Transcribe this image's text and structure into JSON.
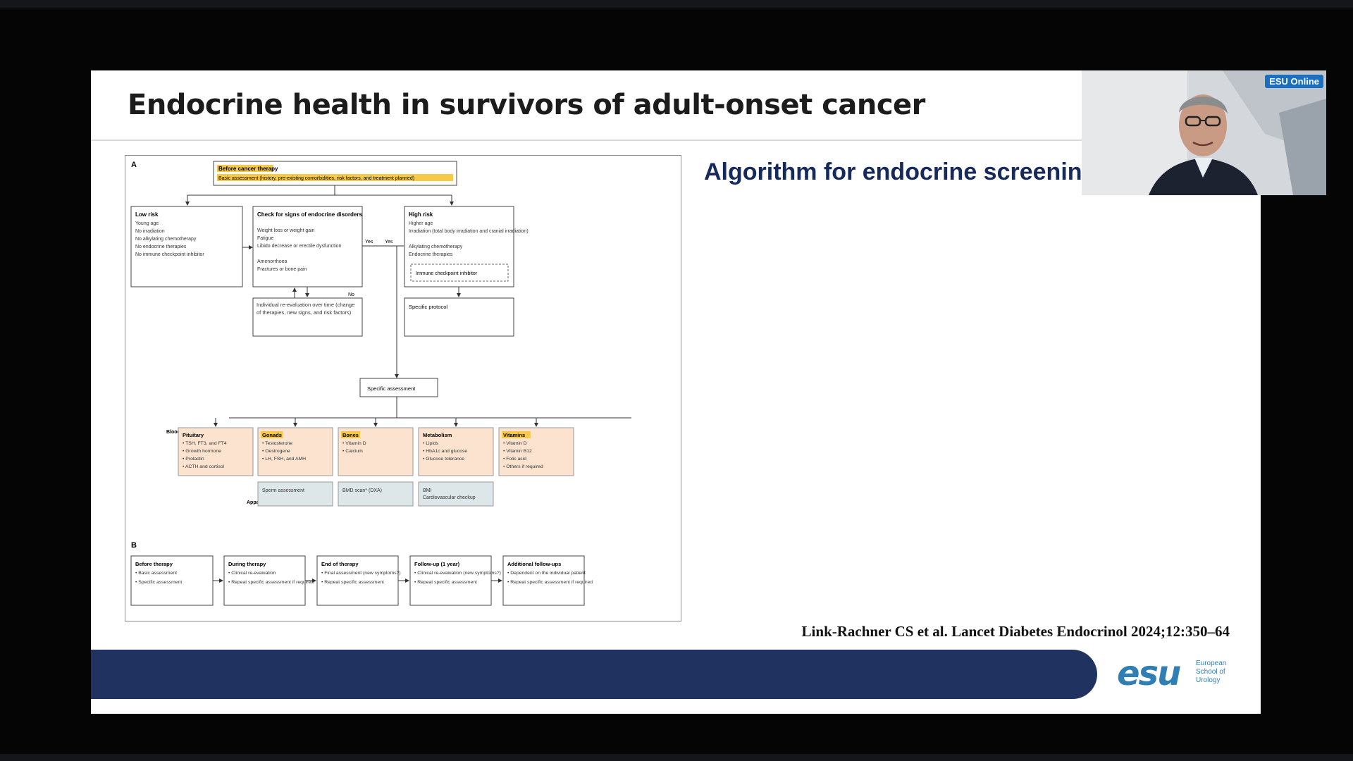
{
  "slide": {
    "title": "Endocrine health in survivors of adult-onset cancer",
    "subtitle": "Algorithm for endocrine screening",
    "citation": "Link-Rachner CS et al. Lancet Diabetes Endocrinol 2024;12:350–64"
  },
  "figure": {
    "panel_a_label": "A",
    "panel_b_label": "B",
    "top_box": {
      "heading": "Before cancer therapy",
      "text": "Basic assessment (history, pre-existing comorbidities, risk factors, and treatment planned)"
    },
    "low_risk": {
      "heading": "Low risk",
      "items": [
        "Young age",
        "No irradiation",
        "No alkylating chemotherapy",
        "No endocrine therapies",
        "No immune checkpoint inhibitor"
      ]
    },
    "check_signs": {
      "heading": "Check for signs of endocrine disorders",
      "items": [
        "Weight loss or weight gain",
        "Fatigue",
        "Libido decrease or erectile dysfunction",
        "Amenorrhoea",
        "Fractures or bone pain"
      ]
    },
    "high_risk": {
      "heading": "High risk",
      "items": [
        "Higher age",
        "Irradiation (total body irradiation and cranial irradiation)",
        "Alkylating chemotherapy",
        "Endocrine therapies"
      ],
      "dashed": "Immune checkpoint inhibitor"
    },
    "yes_label_1": "Yes",
    "yes_label_2": "Yes",
    "no_label": "No",
    "reevaluation": "Individual re-evaluation over time (change of therapies, new signs, and risk factors)",
    "specific_protocol": "Specific protocol",
    "specific_assessment": "Specific assessment",
    "blood_label": "Blood",
    "apparative_label": "Apparative",
    "categories": [
      {
        "heading": "Pituitary",
        "items": [
          "TSH, FT3, and FT4",
          "Growth hormone",
          "Prolactin",
          "ACTH and cortisol"
        ]
      },
      {
        "heading": "Gonads",
        "items": [
          "Testosterone",
          "Oestrogene",
          "LH, FSH, and AMH"
        ]
      },
      {
        "heading": "Bones",
        "items": [
          "Vitamin D",
          "Calcium"
        ]
      },
      {
        "heading": "Metabolism",
        "items": [
          "Lipids",
          "HbA1c and glucose",
          "Glucose tolerance"
        ]
      },
      {
        "heading": "Vitamins",
        "items": [
          "Vitamin D",
          "Vitamin B12",
          "Folic acid",
          "Others if required"
        ]
      }
    ],
    "apparative": [
      "Sperm assessment",
      "BMD scan* (DXA)",
      "BMI\nCardiovascular checkup"
    ],
    "timeline": [
      {
        "heading": "Before therapy",
        "items": [
          "Basic assessment",
          "Specific assessment"
        ]
      },
      {
        "heading": "During therapy",
        "items": [
          "Clinical re-evaluation",
          "Repeat specific assessment if required"
        ]
      },
      {
        "heading": "End of therapy",
        "items": [
          "Final assessment (new symptoms?)",
          "Repeat specific assessment"
        ]
      },
      {
        "heading": "Follow-up (1 year)",
        "items": [
          "Clinical re-evaluation (new symptoms?)",
          "Repeat specific assessment"
        ]
      },
      {
        "heading": "Additional follow-ups",
        "items": [
          "Dependent on the individual patient",
          "Repeat specific assessment if required"
        ]
      }
    ]
  },
  "logo": {
    "word": "esu",
    "tagline": "European School of Urology"
  },
  "webcam": {
    "badge": "ESU Online"
  },
  "colors": {
    "footer_band": "#1f3260",
    "subtitle": "#172a5c",
    "highlight": "#f7c948",
    "category_fill": "#fbe3cf",
    "apparative_fill": "#dde7ea",
    "logo": "#2f7fb5"
  }
}
